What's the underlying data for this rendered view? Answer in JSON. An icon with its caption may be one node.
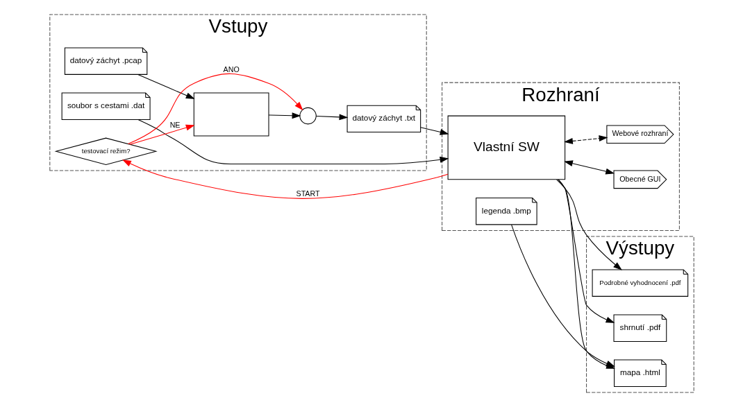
{
  "diagram": {
    "nodes": [
      {
        "text": [
          "Vstupy"
        ]
      },
      {
        "text": [
          "Rozhraní"
        ]
      },
      {
        "text": [
          "Výstupy"
        ]
      },
      {
        "text": [
          "datový záchyt .pcap"
        ],
        "in": 0
      },
      {
        "text": [],
        "shape": "box",
        "in": 0
      },
      {
        "text": [],
        "shape": "circle",
        "in": 0
      },
      {
        "text": [
          "datový záchyt .txt"
        ],
        "in": 0
      },
      {
        "text": [
          "soubor s cestami .dat"
        ],
        "in": 0
      },
      {
        "text": [
          "testovací režim?"
        ],
        "in": 0
      },
      {
        "text": [
          "Obecné GUI"
        ],
        "in": 1
      },
      {
        "text": [
          "Webové rozhraní"
        ],
        "in": 1
      },
      {
        "text": [
          "Vlastní SW"
        ],
        "in": 1
      },
      {
        "text": [
          "legenda .bmp"
        ],
        "in": 1
      },
      {
        "text": [
          "Podrobné vyhodnocení .pdf"
        ],
        "in": 2
      },
      {
        "text": [
          "shrnutí .pdf"
        ],
        "in": 2
      },
      {
        "text": [
          "mapa .html"
        ],
        "in": 2
      }
    ],
    "edges": [
      {
        "from": 3,
        "to": 4,
        "arrow": "to"
      },
      {
        "from": 4,
        "to": 5,
        "arrow": "to"
      },
      {
        "from": 5,
        "to": 6,
        "arrow": "to"
      },
      {
        "from": 6,
        "to": 11,
        "arrow": "to"
      },
      {
        "from": 7,
        "to": 11,
        "arrow": "to"
      },
      {
        "from": 11,
        "to": 9,
        "arrow": "both"
      },
      {
        "from": 11,
        "to": 10,
        "arrow": "both",
        "style": "dashed"
      },
      {
        "from": 11,
        "to": 13,
        "arrow": "to"
      },
      {
        "from": 11,
        "to": 14,
        "arrow": "to"
      },
      {
        "from": 11,
        "to": 15,
        "arrow": "to"
      },
      {
        "from": 12,
        "to": 15,
        "arrow": "to"
      },
      {
        "from": 11,
        "to": 8,
        "arrow": "to",
        "label": "START",
        "color": "#ff0000"
      },
      {
        "from": 8,
        "to": 5,
        "arrow": "to",
        "label": "ANO",
        "color": "#ff0000"
      },
      {
        "from": 8,
        "to": 4,
        "arrow": "to",
        "label": "NE",
        "color": "#ff0000"
      }
    ]
  }
}
